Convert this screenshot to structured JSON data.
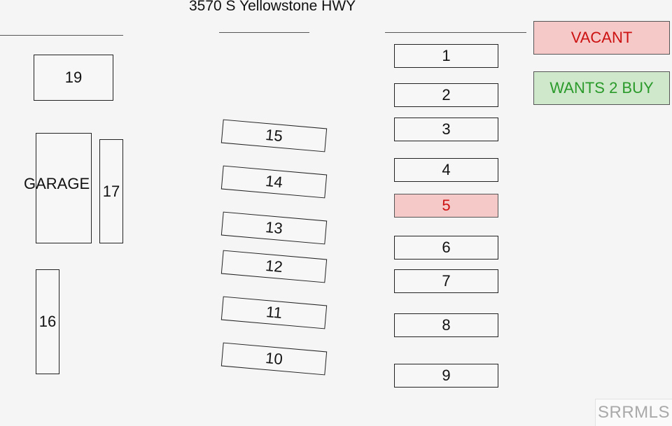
{
  "title": "3570 S Yellowstone HWY",
  "legend": {
    "vacant": "VACANT",
    "wants_to_buy": "WANTS 2 BUY"
  },
  "lots_right": [
    "1",
    "2",
    "3",
    "4",
    "5",
    "6",
    "7",
    "8",
    "9"
  ],
  "lots_middle": [
    "15",
    "14",
    "13",
    "12",
    "11",
    "10"
  ],
  "lots_left": {
    "lot_19": "19",
    "garage": "GARAGE",
    "lot_17": "17",
    "lot_16": "16"
  },
  "vacant_lots": [
    "5"
  ],
  "watermark": "SRRMLS",
  "colors": {
    "vacant_fill": "#f6c9c9",
    "vacant_text": "#cc1111",
    "buy_fill": "#cfe8cc",
    "buy_text": "#2a9a2a"
  }
}
